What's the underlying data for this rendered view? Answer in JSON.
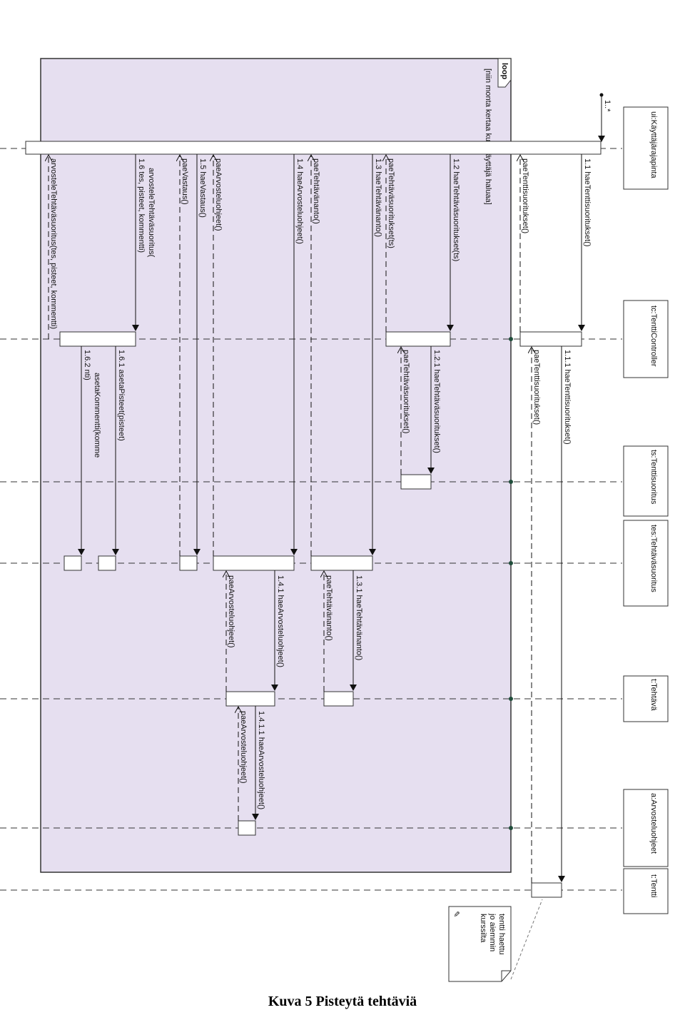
{
  "participants": [
    "ui:Käyttäjärajapinta",
    "tc:TenttiController",
    "ts:Tenttisuoritus",
    "tes:Tehtäväsuoritus",
    "t:Tehtävä",
    "a:Arvosteluohjeet",
    "t:Tentti"
  ],
  "multiplicity": "1..*",
  "loop": {
    "label": "loop",
    "guard": "[niin monta kertaa kuin käyttäjä haluaa]"
  },
  "messages": [
    {
      "id": "m11",
      "text": "1.1  haeTenttisuoritukset()"
    },
    {
      "id": "r11",
      "text": "paeTenttisuoritukset()"
    },
    {
      "id": "m111",
      "text": "1.1.1  haeTenttisuoritukset()"
    },
    {
      "id": "r111",
      "text": "paeTenttisuoritukset()"
    },
    {
      "id": "m12",
      "text": "1.2  haeTehtäväsuoritukset(ts)"
    },
    {
      "id": "r12",
      "text": "paeTehtäväsuoritukset(ts)"
    },
    {
      "id": "m121",
      "text": "1.2.1  haeTehtäväsuoritukset()"
    },
    {
      "id": "r121",
      "text": "paeTehtäväsuoritukset()"
    },
    {
      "id": "m13",
      "text": "1.3  haeTehtävänanto()"
    },
    {
      "id": "r13",
      "text": "paeTehtävänanto()"
    },
    {
      "id": "m131",
      "text": "1.3.1  haeTehtävänanto()"
    },
    {
      "id": "r131",
      "text": "paeTehtävänanto()"
    },
    {
      "id": "m14",
      "text": "1.4  haeArvosteluohjeet()"
    },
    {
      "id": "r14",
      "text": "paeArvosteluohjeet()"
    },
    {
      "id": "m141",
      "text": "1.4.1  haeArvosteluohjeet()"
    },
    {
      "id": "r141",
      "text": "paeArvosteluohjeet()"
    },
    {
      "id": "m1411",
      "text": "1.4.1.1  haeArvosteluohjeet()"
    },
    {
      "id": "r1411",
      "text": "paeArvosteluohjeet()"
    },
    {
      "id": "m15",
      "text": "1.5  haeVastaus()"
    },
    {
      "id": "r15",
      "text": "paeVastaus()"
    },
    {
      "id": "m16",
      "text": "1.6  tes, pisteet, kommentti)"
    },
    {
      "id": "m16b",
      "text": "arvosteleTehtäväsuoritus("
    },
    {
      "id": "r16",
      "text": "arvosteleTehtäväsuoritus(tes, pisteet, kommentti)"
    },
    {
      "id": "m161",
      "text": "1.6.1  asetaPisteet(pisteet)"
    },
    {
      "id": "m162",
      "text": "1.6.2  nti)"
    },
    {
      "id": "m162b",
      "text": "asetaKommentti(komme"
    }
  ],
  "note": [
    "tentti haettu",
    "jo aiemmin",
    "kurssilta"
  ],
  "caption": "Kuva 5 Pisteytä tehtäviä"
}
